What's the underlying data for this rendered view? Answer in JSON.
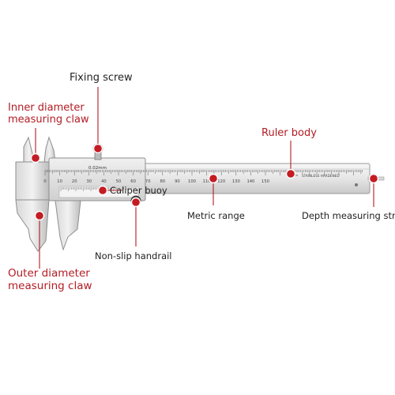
{
  "labels": {
    "fixing_screw": "Fixing screw",
    "inner_claw_line1": "Inner diameter",
    "inner_claw_line2": "measuring claw",
    "ruler_body": "Ruler body",
    "caliper_buoy": "Caliper buoy",
    "metric_range": "Metric range",
    "depth_strip": "Depth measuring strip",
    "non_slip_handrail": "Non-slip handrail",
    "outer_claw_line1": "Outer diameter",
    "outer_claw_line2": "measuring claw"
  },
  "caliper_text": {
    "resolution": "0.02mm",
    "unit": "mm",
    "brand": "STAINLESS   HARDENED",
    "scale_numbers": [
      "0",
      "10",
      "20",
      "30",
      "40",
      "50",
      "60",
      "70",
      "80",
      "90",
      "100",
      "110",
      "120",
      "130",
      "140",
      "150"
    ]
  },
  "colors": {
    "accent_red": "#b21c24",
    "marker_red": "#c41c24",
    "steel_light": "#eeeeee",
    "steel_dark": "#9a9a9a"
  }
}
